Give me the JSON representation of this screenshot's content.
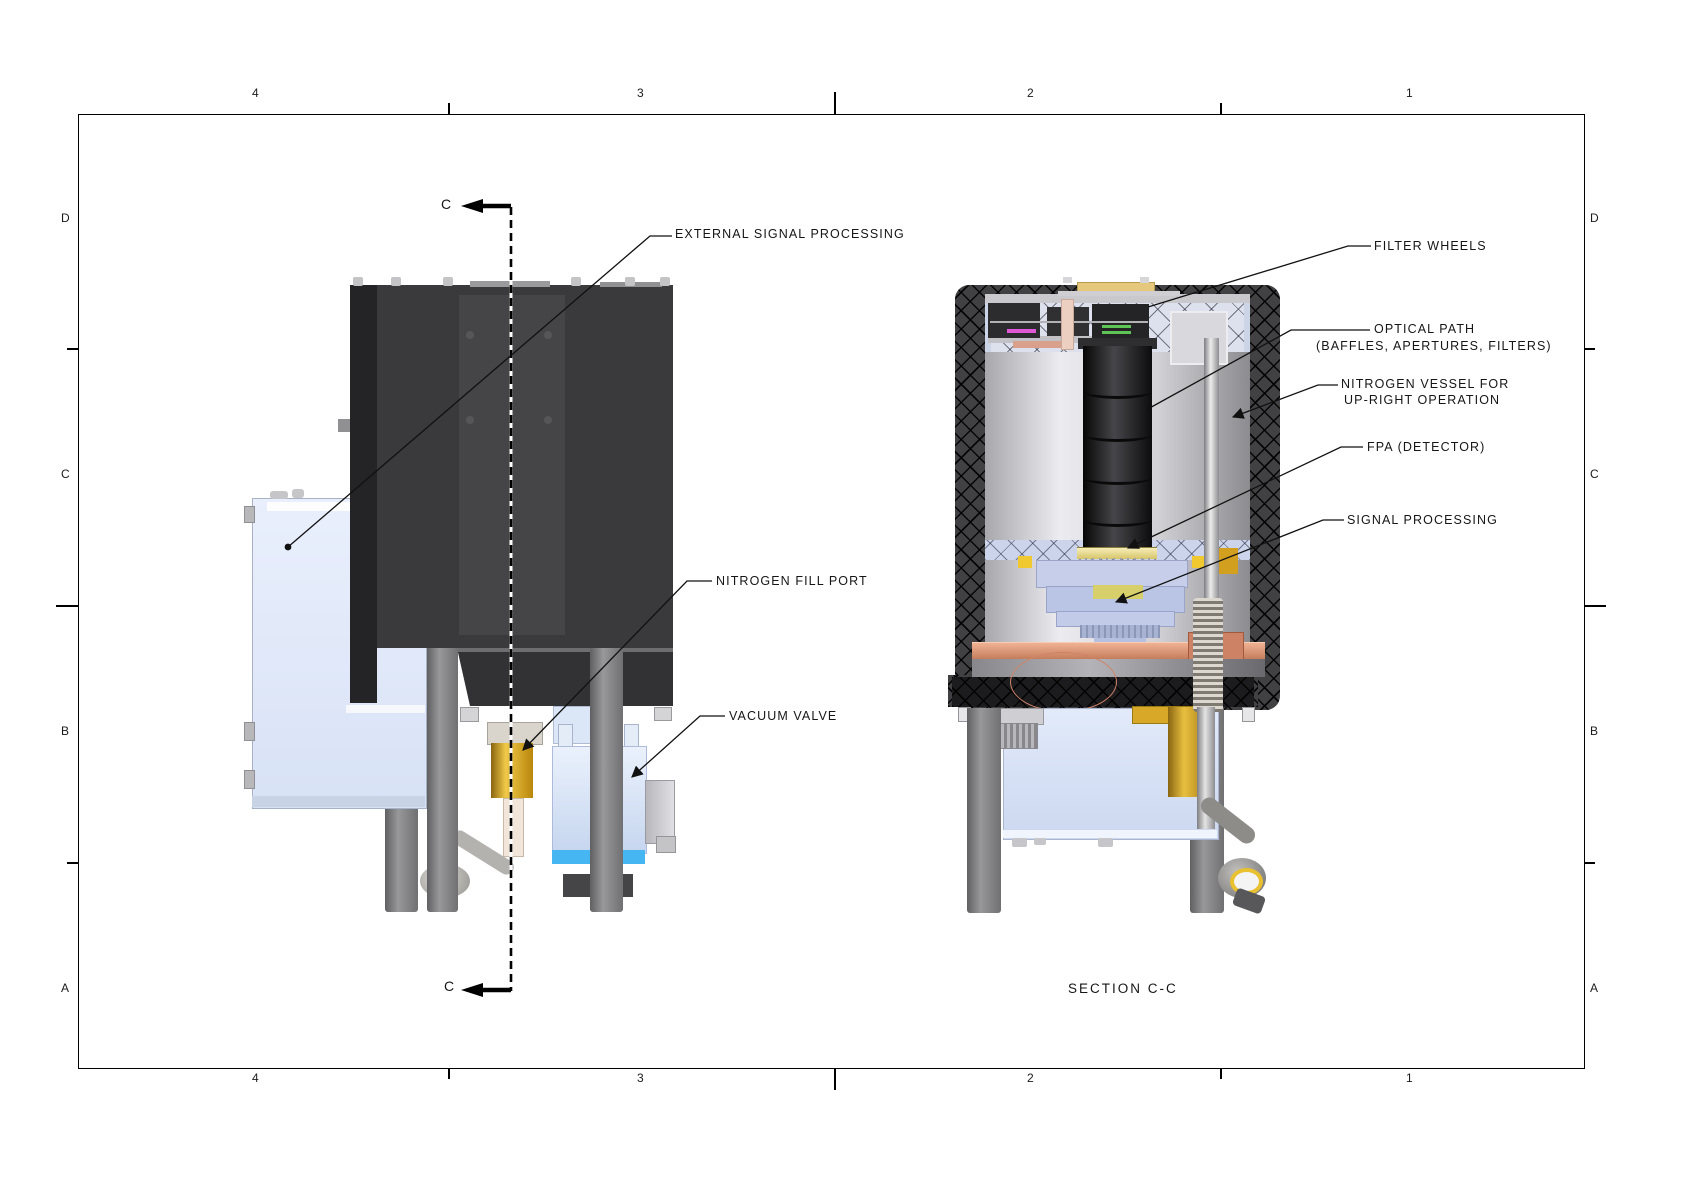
{
  "frame": {
    "cols": [
      "4",
      "3",
      "2",
      "1"
    ],
    "rows": [
      "D",
      "C",
      "B",
      "A"
    ]
  },
  "section_line": {
    "marker": "C"
  },
  "labels": {
    "external_signal_processing": "EXTERNAL SIGNAL PROCESSING",
    "nitrogen_fill_port": "NITROGEN FILL PORT",
    "vacuum_valve": "VACUUM VALVE",
    "filter_wheels": "FILTER WHEELS",
    "optical_path_line1": "OPTICAL PATH",
    "optical_path_line2": "(BAFFLES, APERTURES, FILTERS)",
    "nitrogen_vessel_line1": "NITROGEN VESSEL FOR",
    "nitrogen_vessel_line2": "UP-RIGHT OPERATION",
    "fpa": "FPA (DETECTOR)",
    "signal_processing": "SIGNAL PROCESSING",
    "section_title": "SECTION C-C"
  },
  "colors": {
    "line": "#111111",
    "gold": "#c99a1e",
    "copper": "#cd8265",
    "valve_blue": "#45b6f2",
    "esp_box_blue": "#dde7f8",
    "filter_magenta": "#e058d8",
    "filter_green": "#5ec455",
    "seal_tan": "#e6c87c",
    "body_dark": "#3a3a3c"
  }
}
